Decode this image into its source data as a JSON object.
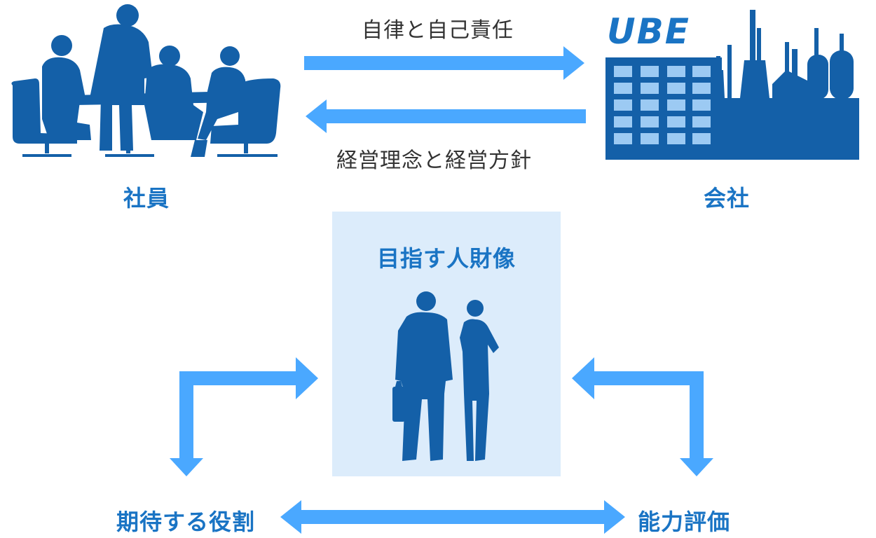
{
  "top": {
    "arrow_right_label": "自律と自己責任",
    "arrow_left_label": "経営理念と経営方針",
    "employees_label": "社員",
    "company_label": "会社",
    "company_logo": "UBE"
  },
  "center": {
    "title": "目指す人財像"
  },
  "bottom": {
    "left_label": "期待する役割",
    "right_label": "能力評価"
  },
  "colors": {
    "arrow": "#4aa8ff",
    "silhouette": "#1460a8",
    "label_blue": "#1a74c4",
    "center_box": "#dcecfb"
  },
  "icons": [
    "meeting-people-icon",
    "ube-factory-icon",
    "business-people-icon"
  ]
}
